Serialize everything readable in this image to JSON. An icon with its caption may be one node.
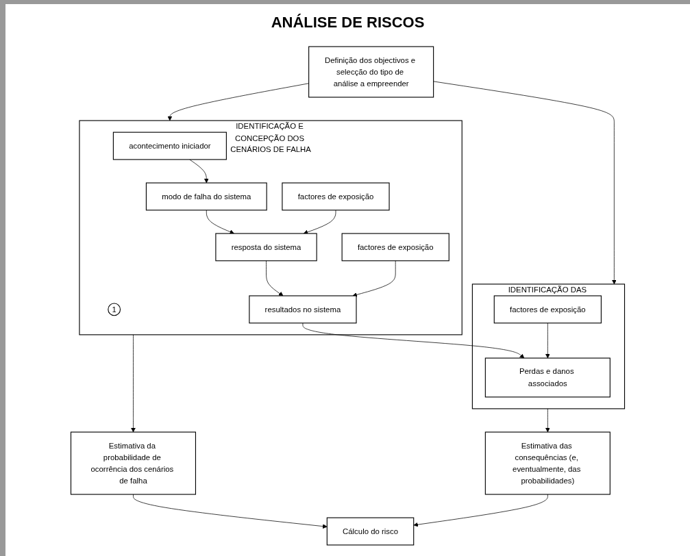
{
  "diagram": {
    "title": "ANÁLISE DE RISCOS",
    "nodes": [
      {
        "text": [
          "Definição dos objectivos e selecção do tipo de análise a empreender"
        ]
      },
      {
        "text": [
          "IDENTIFICAÇÃO E CONCEPÇÃO DOS CENÁRIOS DE FALHA"
        ]
      },
      {
        "text": [
          "acontecimento iniciador"
        ],
        "in": 1
      },
      {
        "text": [
          "1"
        ],
        "in": 1
      },
      {
        "text": [
          "modo de falha do sistema"
        ],
        "in": 1
      },
      {
        "text": [
          "resposta do sistema"
        ],
        "in": 1
      },
      {
        "text": [
          "resultados no sistema"
        ],
        "in": 1
      },
      {
        "text": [
          "factores de exposição"
        ],
        "in": 1
      },
      {
        "text": [
          "factores de exposição"
        ],
        "in": 1
      },
      {
        "text": [
          "IDENTIFICAÇÃO DAS CONSEQUÊNCIAS"
        ]
      },
      {
        "text": [
          "Perdas e danos associados"
        ],
        "in": 9
      },
      {
        "text": [
          "factores de exposição"
        ],
        "in": 9
      },
      {
        "text": [
          "Estimativa da probabilidade de ocorrência dos cenários de falha"
        ]
      },
      {
        "text": [
          "Estimativa das consequências (e, eventualmente, das probabilidades)"
        ]
      },
      {
        "text": [
          "Cálculo do risco"
        ]
      }
    ],
    "edges": [
      {
        "from": 0,
        "to": 1,
        "arrow": "to"
      },
      {
        "from": 0,
        "to": 9,
        "arrow": "to"
      },
      {
        "from": 2,
        "to": 4,
        "arrow": "to"
      },
      {
        "from": 4,
        "to": 5,
        "arrow": "to"
      },
      {
        "from": 7,
        "to": 5,
        "arrow": "to"
      },
      {
        "from": 5,
        "to": 6,
        "arrow": "to"
      },
      {
        "from": 8,
        "to": 6,
        "arrow": "to"
      },
      {
        "from": 6,
        "to": 10,
        "arrow": "to"
      },
      {
        "from": 11,
        "to": 10,
        "arrow": "to"
      },
      {
        "from": 1,
        "to": 12,
        "arrow": "to"
      },
      {
        "from": 9,
        "to": 13,
        "arrow": "to"
      },
      {
        "from": 12,
        "to": 14,
        "arrow": "to"
      },
      {
        "from": 13,
        "to": 14,
        "arrow": "to"
      }
    ]
  }
}
